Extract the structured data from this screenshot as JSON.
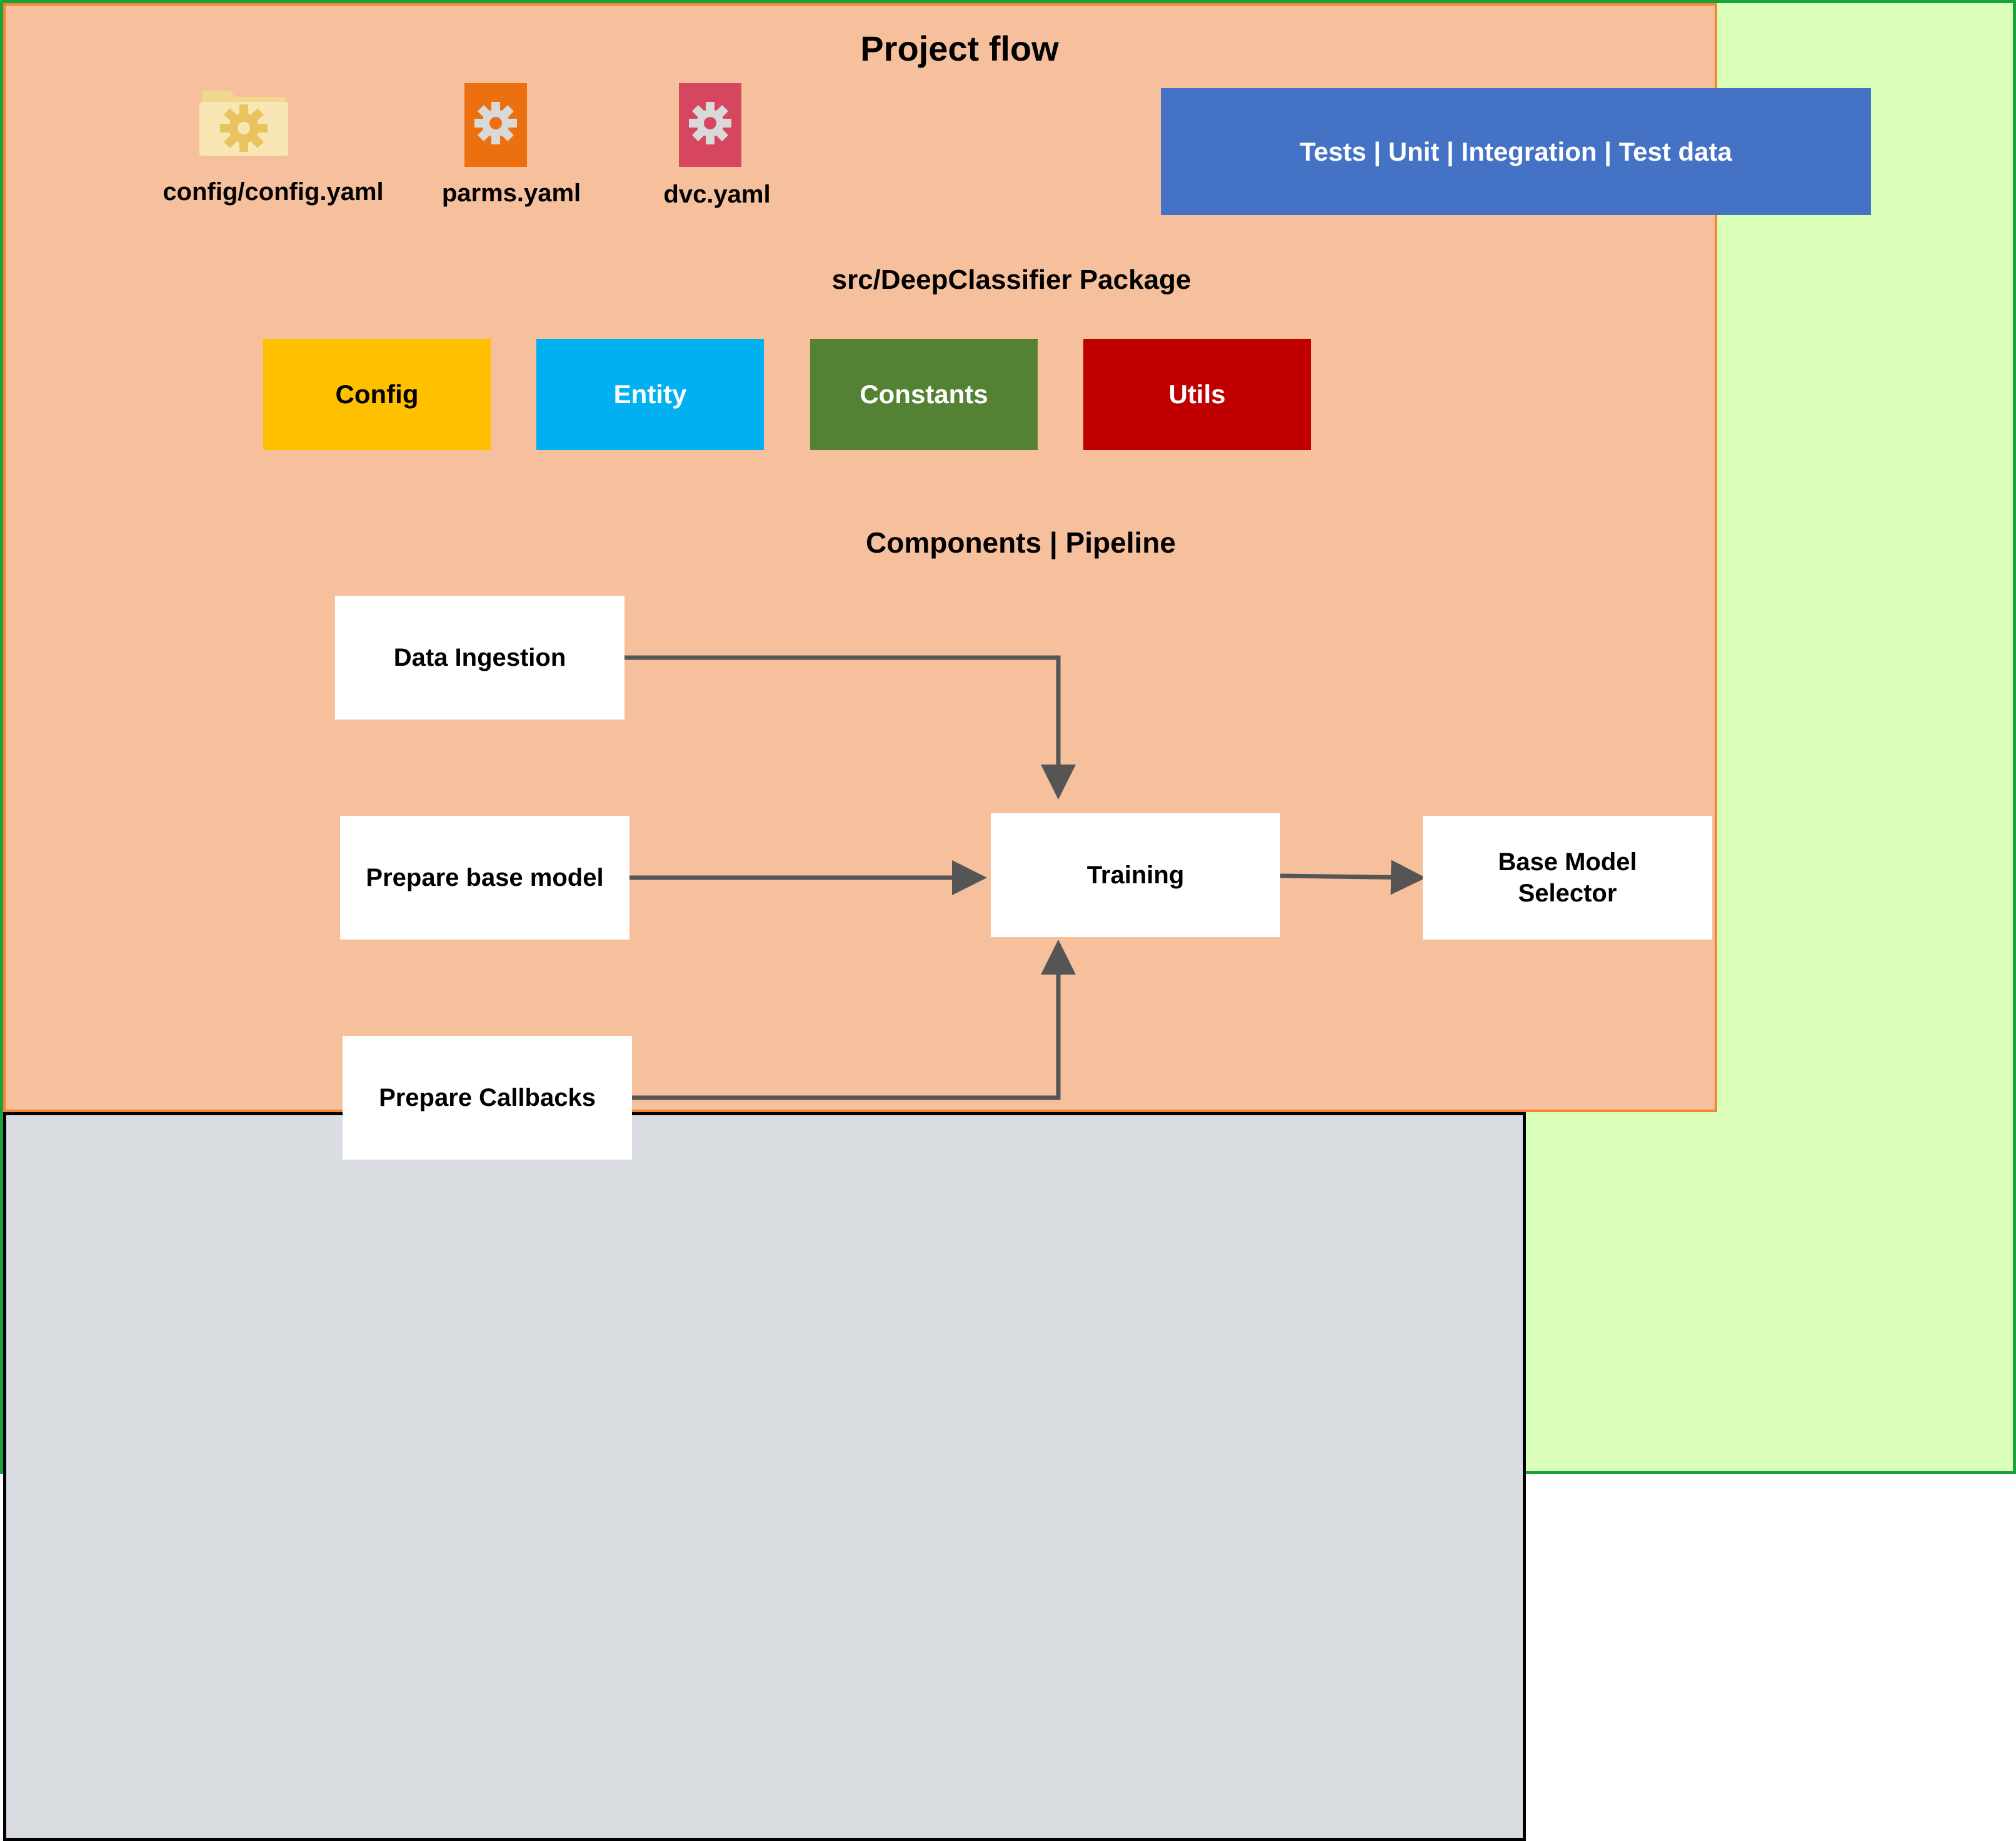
{
  "title": "Project flow",
  "files": [
    {
      "label": "config/config.yaml",
      "icon": "folder-gear-icon"
    },
    {
      "label": "parms.yaml",
      "icon": "gear-file-icon"
    },
    {
      "label": "dvc.yaml",
      "icon": "gear-file-icon"
    }
  ],
  "tests_label": "Tests | Unit | Integration | Test data",
  "package": {
    "title": "src/DeepClassifier Package",
    "modules": [
      {
        "label": "Config",
        "color": "#ffc000"
      },
      {
        "label": "Entity",
        "color": "#00b0f0"
      },
      {
        "label": "Constants",
        "color": "#548235"
      },
      {
        "label": "Utils",
        "color": "#c00000"
      }
    ]
  },
  "pipeline": {
    "title": "Components | Pipeline",
    "nodes": {
      "data_ingestion": "Data Ingestion",
      "prepare_base_model": "Prepare base model",
      "prepare_callbacks": "Prepare Callbacks",
      "training": "Training",
      "base_model_selector": "Base Model\nSelector"
    },
    "edges": [
      {
        "from": "Data Ingestion",
        "to": "Training"
      },
      {
        "from": "Prepare base model",
        "to": "Training"
      },
      {
        "from": "Prepare Callbacks",
        "to": "Training"
      },
      {
        "from": "Training",
        "to": "Base Model Selector"
      }
    ]
  },
  "colors": {
    "background": "#d9ffb8",
    "frame_border": "#19a33e",
    "tests": "#4472c4",
    "package": "#f7c09c",
    "package_border": "#f48537",
    "pipeline": "#d9dde1",
    "arrow": "#555555"
  }
}
